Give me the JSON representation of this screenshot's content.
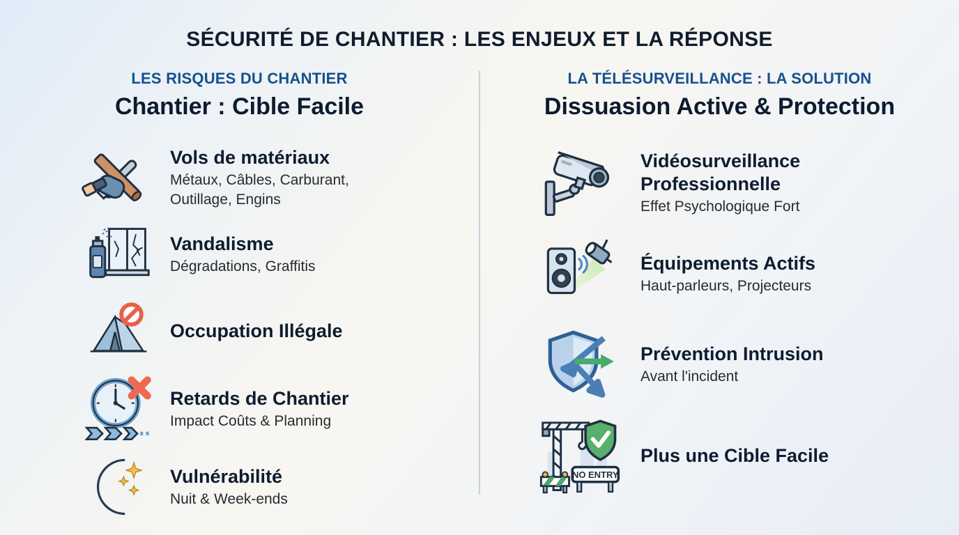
{
  "page": {
    "title": "SÉCURITÉ DE CHANTIER : LES ENJEUX ET LA RÉPONSE"
  },
  "colors": {
    "accent_blue": "#15518f",
    "navy_text": "#0e1c30",
    "body_text": "#262b31",
    "divider": "#c9d1d9",
    "background_blue": "#e0ecf8",
    "background_cream": "#f8f6f1",
    "alert_red": "#e9604a",
    "success_green": "#57b06b",
    "sparkle_gold": "#f0c24b",
    "icon_blue": "#7ba7cc"
  },
  "left_column": {
    "eyebrow": "LES RISQUES DU CHANTIER",
    "heading": "Chantier : Cible Facile",
    "items": [
      {
        "icon": "materials-theft-icon",
        "title": "Vols de matériaux",
        "subtitle": "Métaux, Câbles, Carburant, Outillage, Engins"
      },
      {
        "icon": "vandalism-icon",
        "title": "Vandalisme",
        "subtitle": "Dégradations, Graffitis"
      },
      {
        "icon": "illegal-occupation-icon",
        "title": "Occupation Illégale",
        "subtitle": ""
      },
      {
        "icon": "site-delays-icon",
        "title": "Retards de Chantier",
        "subtitle": "Impact Coûts & Planning"
      },
      {
        "icon": "night-vulnerability-icon",
        "title": "Vulnérabilité",
        "subtitle": "Nuit & Week-ends"
      }
    ]
  },
  "right_column": {
    "eyebrow": "LA TÉLÉSURVEILLANCE : LA SOLUTION",
    "heading": "Dissuasion Active & Protection",
    "items": [
      {
        "icon": "cctv-camera-icon",
        "title": "Vidéosurveillance Professionnelle",
        "subtitle": "Effet Psychologique Fort"
      },
      {
        "icon": "active-equipment-icon",
        "title": "Équipements Actifs",
        "subtitle": "Haut-parleurs, Projecteurs"
      },
      {
        "icon": "intrusion-prevention-icon",
        "title": "Prévention Intrusion",
        "subtitle": "Avant l'incident"
      },
      {
        "icon": "protected-site-icon",
        "title": "Plus une Cible Facile",
        "subtitle": ""
      }
    ]
  },
  "icon_labels": {
    "no_entry_sign": "NO ENTRY"
  }
}
